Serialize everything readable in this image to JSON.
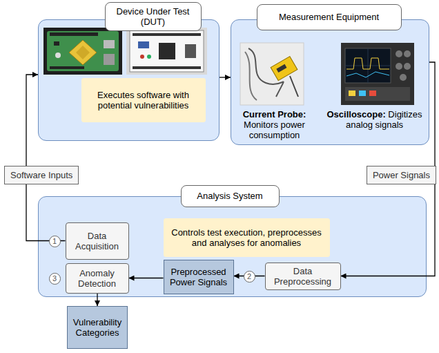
{
  "diagram": {
    "nodes": [
      {
        "text": [
          "Device Under Test (DUT)"
        ]
      },
      {
        "text": [
          "Executes software with potential vulnerabilities"
        ],
        "in": 0
      },
      {
        "text": [
          "Measurement Equipment",
          "Current Probe: Monitors power consumption",
          "Oscilloscope: Digitizes analog signals"
        ]
      },
      {
        "text": [
          "Analysis System"
        ]
      },
      {
        "text": [
          "Data Acquisition"
        ],
        "in": 3
      },
      {
        "text": [
          "Controls test execution, preprocesses and analyses for anomalies"
        ],
        "in": 3
      },
      {
        "text": [
          "Anomaly Detection"
        ],
        "in": 3
      },
      {
        "text": [
          "Preprocessed Power Signals"
        ],
        "in": 3
      },
      {
        "text": [
          "Data Preprocessing"
        ],
        "in": 3
      },
      {
        "text": [
          "Vulnerability Categories"
        ]
      }
    ],
    "edges": [
      {
        "from": 0,
        "to": 2,
        "arrow": "to"
      },
      {
        "from": 2,
        "to": 8,
        "label": "Power Signals",
        "arrow": "to"
      },
      {
        "from": 4,
        "to": 0,
        "label": "Software Inputs",
        "arrow": "to"
      },
      {
        "from": 8,
        "to": 7,
        "arrow": "to"
      },
      {
        "from": 7,
        "to": 6,
        "arrow": "to"
      },
      {
        "from": 6,
        "to": 9,
        "arrow": "to"
      }
    ],
    "labels": [
      "1",
      "2",
      "3"
    ]
  }
}
